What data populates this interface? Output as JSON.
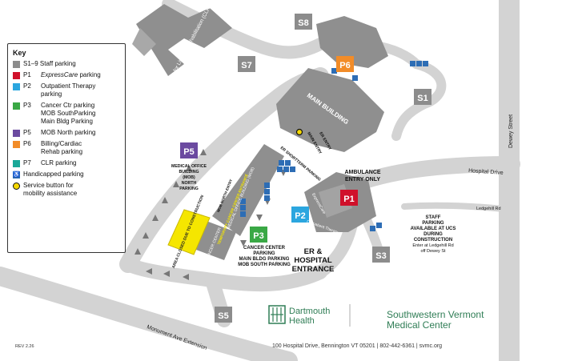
{
  "key": {
    "title": "Key",
    "items": [
      {
        "code": "S1–9",
        "desc": "Staff parking",
        "color": "#8c8c8c"
      },
      {
        "code": "P1",
        "desc": "ExpressCare parking",
        "color": "#d0112b"
      },
      {
        "code": "P2",
        "desc": "Outpatient Therapy parking",
        "color": "#2ba6df"
      },
      {
        "code": "P3",
        "desc": "Cancer Ctr parking MOB SouthParking Main Bldg Parking",
        "color": "#3aa845"
      },
      {
        "code": "P5",
        "desc": "MOB North parking",
        "color": "#6b4aa0"
      },
      {
        "code": "P6",
        "desc": "Billing/Cardiac Rehab parking",
        "color": "#f28c28"
      },
      {
        "code": "P7",
        "desc": "CLR parking",
        "color": "#1aa898"
      },
      {
        "code": "",
        "desc": "Handicapped parking",
        "color": "#2d6db5",
        "icon": "wheelchair-icon"
      },
      {
        "code": "",
        "desc": "Service button for mobility assistance",
        "color": "#f5d800",
        "icon": "service-button-icon"
      }
    ]
  },
  "lots": {
    "s8": "S8",
    "s7": "S7",
    "s1": "S1",
    "s3": "S3",
    "s5": "S5",
    "p6": "P6",
    "p5": "P5",
    "p3": "P3",
    "p2": "P2",
    "p1": "P1"
  },
  "buildings": {
    "clr": "Centers for Living & Rehabilitation (CLR)",
    "main": "MAIN BUILDING",
    "mob": "MEDICAL OFFICE BUILDING (MOB) NORTH PARKING",
    "mob_building_vertical": "MEDICAL OFFICE BUILDING (MOB)",
    "outpatient": "Outpatient Therapy",
    "express": "ExpressCare",
    "cancer": "CANCER CENTER"
  },
  "labels": {
    "main_entry": "MAIN ENTRY",
    "er_entry": "ER ENTRY",
    "er_short_term": "ER SHORTTERM PARKING",
    "ambulance": "AMBULANCE ENTRY ONLY",
    "mob_north_entry": "MOB NORTH ENTRY",
    "temp_entrance": "TEMPORARY CANCER CENTER ENTRANCE",
    "construction": "AREA CLOSED DUE TO CONSTRUCTION",
    "p3_caption": "CANCER CENTER PARKING MAIN BLDG PARKING MOB SOUTH PARKING",
    "er_hospital": "ER & HOSPITAL ENTRANCE",
    "staff_ucs": "STAFF PARKING AVAILABLE AT UCS DURING CONSTRUCTION",
    "staff_ucs_sub": "Enter at Ledgehill Rd off Dewey St",
    "hospital_drive": "Hospital Drive",
    "ledgehill": "Ledgehill Rd",
    "dewey": "Dewey Street",
    "monument": "Monument Ave Extension"
  },
  "footer": {
    "dh_line1": "Dartmouth",
    "dh_line2": "Health",
    "svmc_line1": "Southwestern Vermont",
    "svmc_line2": "Medical Center",
    "address": "100 Hospital Drive, Bennington VT 05201 | 802-442-6361 | svmc.org",
    "rev": "REV 2.26"
  },
  "colors": {
    "road": "#cfcfcf",
    "building": "#8f8f8f",
    "lot_gray": "#8c8c8c",
    "brand_green": "#2f7d55"
  }
}
